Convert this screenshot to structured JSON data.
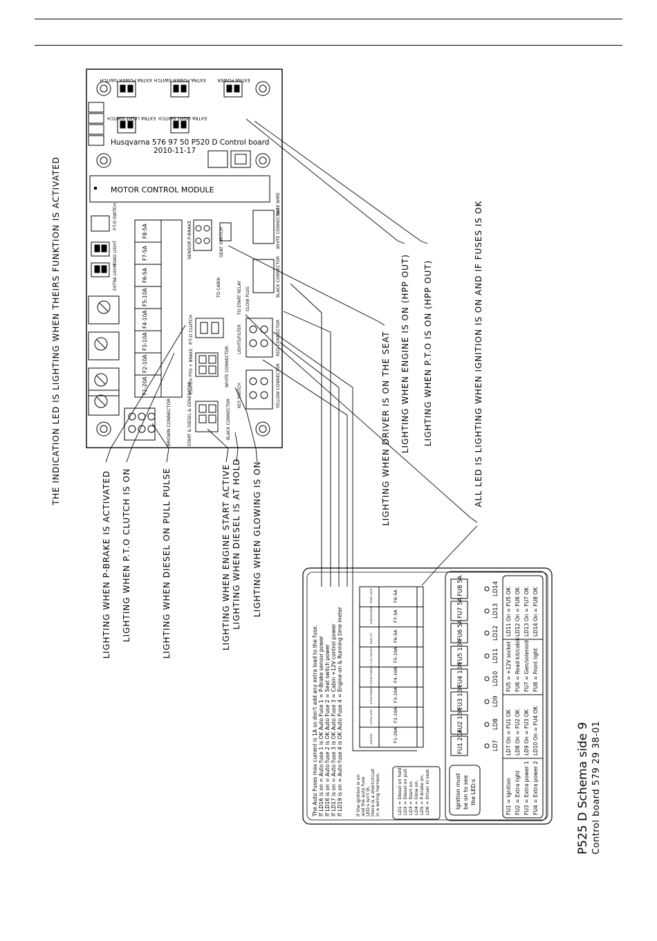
{
  "header": {
    "rules": 2
  },
  "board": {
    "title_line1": "Husqvarna 576 97 50 P520 D Control board",
    "title_line2": "2010-11-17",
    "module_label": "MOTOR CONTROL MODULE",
    "top_connectors": [
      "EXTRA POWER SWITCH",
      "EXTRA POWER SWITCH",
      "EXTRA POWER"
    ],
    "mid_connectors": [
      "EXTRA LIGHT SWITCH",
      "EXTRA LIGHT SWITCH"
    ],
    "left_blocks": [
      "P.T.O SWITCH",
      "ROAD LIGHT",
      "EXTRA LIGHT"
    ],
    "fuses": [
      "F8-5A",
      "F7-5A",
      "F6-5A",
      "F5-10A",
      "F4-10A",
      "F3-10A",
      "F2-10A",
      "F1-20A"
    ],
    "labels": {
      "seat": "SEAT SWITCH",
      "sensor": "SENSOR P-BRAKE",
      "pto": "P.T.O CLUTCH",
      "startrelay": "START & DIESEL & GENERATOR",
      "clutch": "CLUTCH PTO + BRAKE",
      "white": "WHITE CONNECTOR",
      "black": "BLACK CONNECTOR",
      "yellow": "YELLOW CONNECTOR",
      "red": "RED CONNECTOR",
      "brown": "BROWN CONNECTOR",
      "keyswitch": "KEY SWITCH",
      "lights": "LIGHTS/FILTER",
      "tostart": "TO START RELAY",
      "cabin": "TO CABIN",
      "glowplug": "GLOW PLUG",
      "backwire": "BACK WIRE"
    }
  },
  "annotations": {
    "indication": "THE INDICATION LED IS LIGHTING WHEN THEIRS FUNKTION IS ACTIVATED",
    "pbrake": "LIGHTING WHEN P-BRAKE IS ACTIVATED",
    "ptoclutch": "LIGHTING WHEN P.T.O CLUTCH IS ON",
    "diesel_pull": "LIGHTING WHEN DIESEL ON PULL PULSE",
    "engine_start": "LIGHTING WHEN ENGINE START ACTIVE",
    "diesel_hold": "LIGHTING WHEN DIESEL IS AT HOLD",
    "glowing": "LIGHTING WHEN GLOWING IS ON",
    "seat": "LIGHTING WHEN DRIVER IS ON THE SEAT",
    "engine_on": "LIGHTING WHEN ENGINE IS ON (HPP OUT)",
    "pto_on": "LIGHTING WHEN P.T.O IS ON (HPP OUT)",
    "all_led": "ALL LED IS LIGHTING WHEN IGNITION IS ON AND IF FUSES IS OK"
  },
  "legend": {
    "auto_fuse_lines": [
      "The Auto Fuses max current is 1A so don't add any extra load to the fuse.",
      "If LD16 is on = Auto fuse 1 is OK     Auto Fuse 1 = P-Brake sensor power",
      "If LD16 is on = Auto fuse 2 is OK     Auto Fuse 2 = Seat switch power",
      "If LD17 is on = Auto fuse 3 is OK     Auto Fuse 3 = Cabin +12V control power",
      "If LD19 is on = Auto fuse 4 is OK     Auto Fuse 4 = Engine on & Running time meter"
    ],
    "ignition_note": [
      "If the ignition is on",
      "and the auto fuse",
      "LED:s isn't lit,",
      "there is a shortcircuit",
      "in a wiring harness."
    ],
    "ld_list": [
      "LD1 = Diesel on hold.",
      "LD2 = Diesel on pull.",
      "LD3 = Start on.",
      "LD4 = Glow on.",
      "LD5 = P-brake on.",
      "LD6 = Driver in seat."
    ],
    "ignition_box": [
      "Ignition must",
      "be on to see",
      "the LED:s"
    ],
    "fuse_table_top": [
      "FU1 20A",
      "FU2 10A",
      "FU3 10A",
      "FU4 10A",
      "FU5 10A",
      "FU6 5A",
      "FU7 5A",
      "FU8 5A"
    ],
    "led_ids": [
      "LD7",
      "LD8",
      "LD9",
      "LD10",
      "LD11",
      "LD12",
      "LD13",
      "LD14"
    ],
    "fu_meaning": [
      "FU1 = Ignition",
      "FU2 = Extra light",
      "FU3 = Extra power 1",
      "FU4 = Extra power 2"
    ],
    "fu_ok_a": [
      "LD7 On = FU1 OK",
      "LD8 On = FU2 OK",
      "LD9 On = FU3 OK",
      "LD10 On = FU4 OK"
    ],
    "fu_meaning_b": [
      "FU5 = +12V socket",
      "FU6 = Road kit/cabin",
      "FU7 = Gen/solenoid",
      "FU8 = Front light"
    ],
    "fu_ok_b": [
      "LD11 On = FU5 OK",
      "LD12 On = FU6 OK",
      "LD13 On = FU7 OK",
      "LD14 On = FU8 OK"
    ],
    "mini_strip": [
      "F1-20A",
      "F2-10A",
      "F3-10A",
      "F4-10A",
      "F5-10A",
      "F6-5A",
      "F7-5A",
      "F8-5A"
    ],
    "mini_heads": [
      "IGNITION",
      "EXTRA LIGHT",
      "EXTRA POWER 1",
      "EXTRA POWER 2",
      "+12V SOCKET",
      "ROAD KIT",
      "GEN/SOLENOID",
      "FRONT LIGHT"
    ]
  },
  "footer": {
    "title": "P525 D Schema side 9",
    "subtitle": "Control board 579 29 38-01"
  }
}
